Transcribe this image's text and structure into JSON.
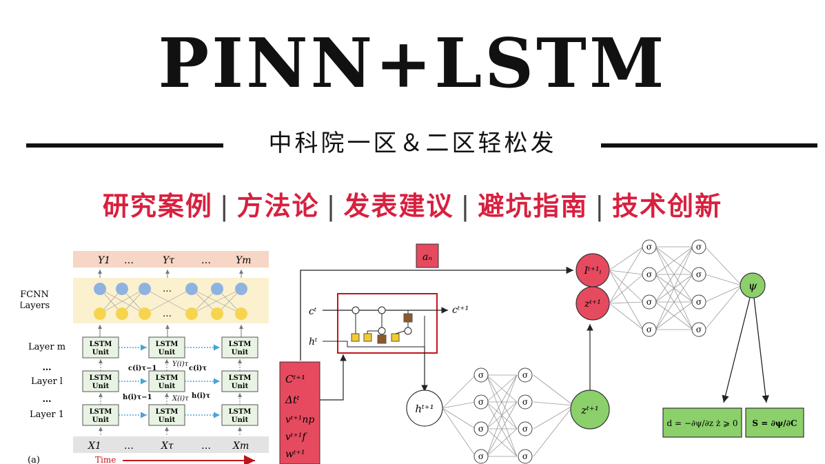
{
  "title": "PINN+LSTM",
  "subtitle": "中科院一区＆二区轻松发",
  "tags": [
    "研究案例",
    "方法论",
    "发表建议",
    "避坑指南",
    "技术创新"
  ],
  "tag_separator": "|",
  "colors": {
    "accent": "#d8203f",
    "title": "#111111",
    "green": "#8bd06a",
    "red": "#e64a5f"
  },
  "left_diagram": {
    "outputs": [
      "Y1",
      "…",
      "Yτ",
      "…",
      "Ym"
    ],
    "inputs": [
      "X1",
      "…",
      "Xτ",
      "…",
      "Xm"
    ],
    "fcnn_label": [
      "FCNN",
      "Layers"
    ],
    "layer_labels": [
      "Layer m",
      "…",
      "Layer l",
      "…",
      "Layer 1"
    ],
    "unit_label": [
      "LSTM",
      "Unit"
    ],
    "panel_label": "(a)",
    "time_label": "Time",
    "state_labels": {
      "c_prev": "c(i)τ−1",
      "c": "c(i)τ",
      "h_prev": "h(i)τ−1",
      "h": "h(i)τ",
      "y": "Y(i)τ",
      "x": "X(i)τ"
    },
    "ellipsis": "…"
  },
  "right_diagram": {
    "a_n": "aₙ",
    "c_t": "cᵗ",
    "h_t": "hᵗ",
    "c_next": "cᵗ⁺¹",
    "h_next": "hᵗ⁺¹",
    "input_box": [
      "Cᵗ⁺¹",
      "Δtᵗ",
      "vᵗ⁺¹np",
      "vᵗ⁺¹f",
      "wᵗ⁺¹"
    ],
    "I_node": "Iᵗ⁺¹ᵢ",
    "z_node_red": "zᵗ⁺¹",
    "z_node_green": "zᵗ⁺¹",
    "psi_node": "ψ",
    "sigma": "σ",
    "eq_left": "d = −∂ψ/∂z ż ⩾ 0",
    "eq_right": "S = ∂ψ/∂C"
  }
}
